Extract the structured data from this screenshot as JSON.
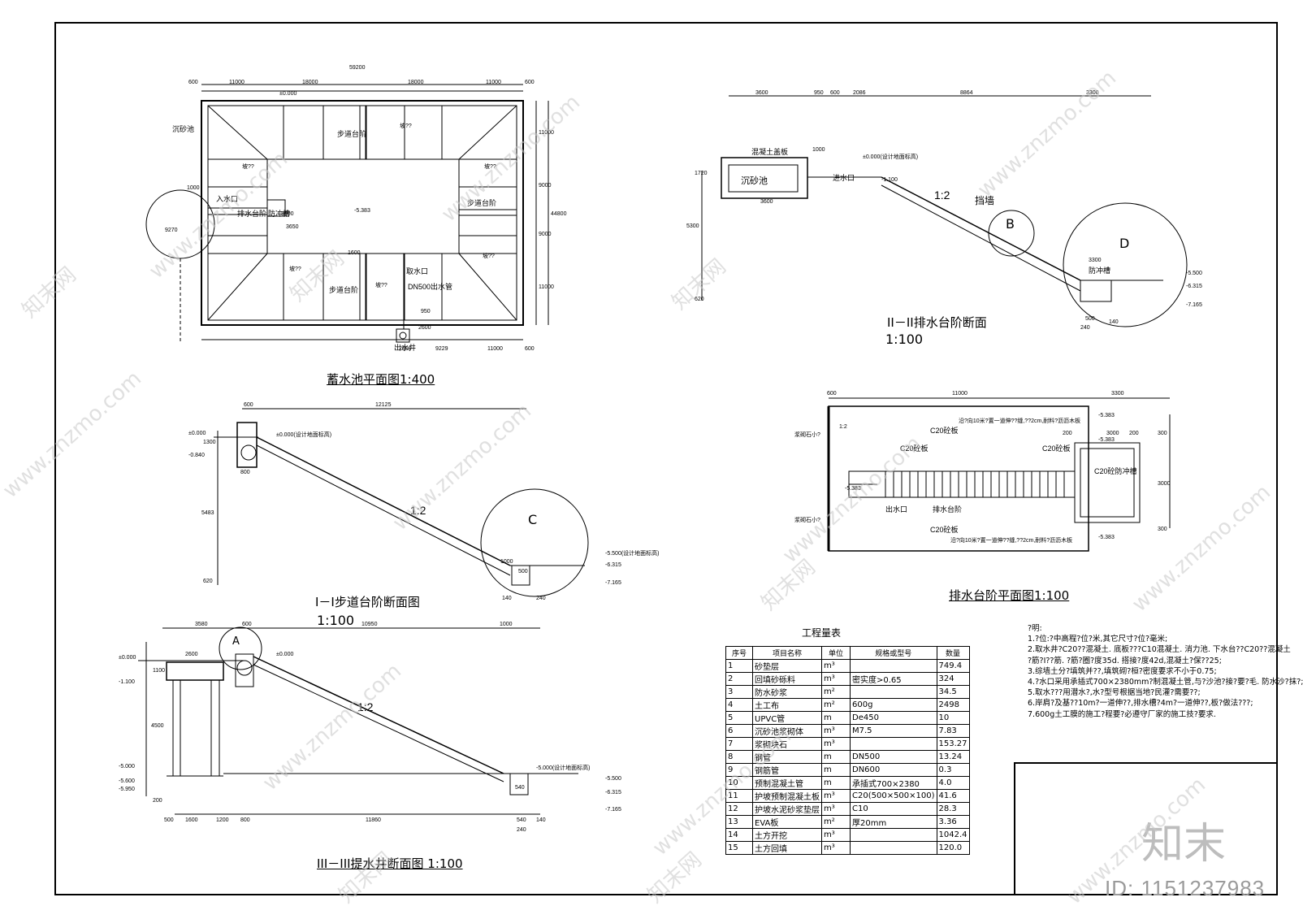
{
  "drawing_titles": {
    "plan": "蓄水池平面图1:400",
    "section_i": "I－I步道台阶断面图",
    "section_i_scale": "1:100",
    "section_ii": "II－II排水台阶断面",
    "section_ii_scale": "1:100",
    "drain_plan": "排水台阶平面图1:100",
    "section_iii": "III－III提水井断面图 1:100"
  },
  "plan_labels": {
    "total_width": "59200",
    "total_height": "44800",
    "dim_top": [
      "600",
      "11000",
      "18000",
      "18000",
      "11000",
      "600"
    ],
    "dim_bottom": [
      "2600",
      "9229",
      "11000",
      "600"
    ],
    "dim_right": [
      "11000",
      "9000",
      "9000",
      "11000"
    ],
    "center_level": "-5.383",
    "zero_level": "±0.000",
    "step_top": "步道台阶",
    "step_bottom": "步道台阶",
    "drain_step": "排水台阶",
    "drain_step_right": "步道台阶",
    "inlet": "入水口",
    "anti_scour": "防冲槽",
    "sand_pit": "沉砂池",
    "outlet_pipe": "DN500出水管",
    "water_take": "取水口",
    "outlet_well": "出水井",
    "left_dim": "9270",
    "sub_dims": [
      "1000",
      "3300",
      "3650",
      "1600",
      "950",
      "2600"
    ],
    "slope_marks": [
      "坡??",
      "坡??",
      "坡??",
      "坡??",
      "坡??",
      "坡??"
    ]
  },
  "section_ii_labels": {
    "dims_top": [
      "3600",
      "950",
      "600",
      "2086",
      "8864",
      "3300"
    ],
    "concrete_cover": "混凝土盖板",
    "sand_pit": "沉砂池",
    "inlet": "进水口",
    "slope": "1:2",
    "wall": "挡墙",
    "anti_scour": "防冲槽",
    "circle_b": "B",
    "circle_d": "D",
    "levels": [
      "±0.000(设计地面标高)",
      "-5.500",
      "-6.315",
      "-7.165",
      "-1.100"
    ],
    "dims_side": [
      "1720",
      "5300",
      "620",
      "3600",
      "1000",
      "3300",
      "500",
      "240",
      "140"
    ]
  },
  "section_i_labels": {
    "dims_top": [
      "600",
      "12125"
    ],
    "slope": "1:2",
    "circle_c": "C",
    "levels": [
      "±0.000",
      "-0.840",
      "±0.000(设计地面标高)",
      "-5.500(设计地面标高)",
      "-6.315",
      "-7.165"
    ],
    "dims_side": [
      "1300",
      "5483",
      "620",
      "800",
      "1000",
      "500",
      "140",
      "240"
    ]
  },
  "drain_plan_labels": {
    "dims_top": [
      "600",
      "11000",
      "3300"
    ],
    "c20_top": "C20砼板",
    "c20_bottom": "C20砼板",
    "c20_left": "C20砼板",
    "c20_right": "C20砼板",
    "anti_scour": "C20砼防冲槽",
    "note_top": "沿?向10米?置一道伸??缝,??2cm,耐料?沥沥木板",
    "note_bottom": "沿?向10米?置一道伸??缝,??2cm,耐料?沥沥木板",
    "levels": [
      "-5.383",
      "-5.383",
      "-5.383",
      "-5.383"
    ],
    "outlet": "出水口",
    "drain_step": "排水台阶",
    "gravel_left_top": "浆砌石小?",
    "gravel_left_bottom": "浆砌石小?",
    "slope_mark": "1:2",
    "dims_right": [
      "300",
      "3000",
      "300"
    ],
    "dims_inner": [
      "200",
      "3000",
      "200"
    ]
  },
  "section_iii_labels": {
    "dims_top": [
      "3580",
      "600",
      "10950",
      "1000"
    ],
    "dims_bottom": [
      "500",
      "1600",
      "1200",
      "800",
      "11860",
      "540",
      "140",
      "240"
    ],
    "slope": "1:2",
    "circle_a": "A",
    "levels": [
      "±0.000",
      "-1.100",
      "±0.000",
      "-5.000",
      "-5.600",
      "-5.950",
      "-5.000(设计地面标高)",
      "-5.500",
      "-6.315",
      "-7.165"
    ],
    "dims_side": [
      "1100",
      "4500",
      "200",
      "2600",
      "540"
    ]
  },
  "quantity_table": {
    "title": "工程量表",
    "headers": [
      "序号",
      "项目名称",
      "单位",
      "规格或型号",
      "数量"
    ],
    "rows": [
      [
        "1",
        "砂垫层",
        "m³",
        "",
        "749.4"
      ],
      [
        "2",
        "回填砂砾料",
        "m³",
        "密实度>0.65",
        "324"
      ],
      [
        "3",
        "防水砂浆",
        "m²",
        "",
        "34.5"
      ],
      [
        "4",
        "土工布",
        "m²",
        "600g",
        "2498"
      ],
      [
        "5",
        "UPVC管",
        "m",
        "De450",
        "10"
      ],
      [
        "6",
        "沉砂池浆砌体",
        "m³",
        "M7.5",
        "7.83"
      ],
      [
        "7",
        "浆砌块石",
        "m³",
        "",
        "153.27"
      ],
      [
        "8",
        "钢管",
        "m",
        "DN500",
        "13.24"
      ],
      [
        "9",
        "钢筋管",
        "m",
        "DN600",
        "0.3"
      ],
      [
        "10",
        "预制混凝土管",
        "m",
        "承插式700×2380",
        "4.0"
      ],
      [
        "11",
        "护坡预制混凝土板",
        "m³",
        "C20(500×500×100)",
        "41.6"
      ],
      [
        "12",
        "护坡水泥砂浆垫层",
        "m³",
        "C10",
        "28.3"
      ],
      [
        "13",
        "EVA板",
        "m²",
        "厚20mm",
        "3.36"
      ],
      [
        "14",
        "土方开挖",
        "m³",
        "",
        "1042.4"
      ],
      [
        "15",
        "土方回填",
        "m³",
        "",
        "120.0"
      ]
    ]
  },
  "notes": {
    "heading": "?明:",
    "lines": [
      "1.?位:?中高程?位?米,其它尺寸?位?毫米;",
      "2.取水井?C20??混凝土. 底板???C10混凝土. 消力池. 下水台??C20??混凝土",
      "  ?筋?Ⅰ??筋. ?筋?圈?度35d. 搭接?度42d,混凝土?保??25;",
      "3.综墙土分?填筑并??,填筑砌?桓?密度要求不小于0.75;",
      "4.?水口采用承插式700×2380mm?制混凝土管,与?沙池?接?要?毛. 防水沙?抹?;",
      "5.取水???用潜水?,水?型号根据当地?民灌?需要??;",
      "6.岸肩?及基??10m?一道伸??,排水槽?4m?一道伸??,板?做法???;",
      "7.600g土工膜的施工?程要?必遵守厂家的施工技?要求."
    ]
  },
  "watermarks": {
    "site": "www.znzmo.com",
    "brand": "知末网",
    "logo": "知末",
    "id": "ID: 1151237983"
  }
}
